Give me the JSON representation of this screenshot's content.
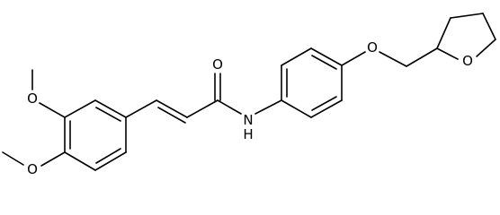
{
  "diagram": {
    "type": "chemical-structure",
    "atom_labels": {
      "o_methoxy_3": "O",
      "o_methoxy_4": "O",
      "o_carbonyl": "O",
      "n_amide": "H",
      "n_amide_symbol": "N",
      "o_ether": "O",
      "o_ring": "O"
    },
    "colors": {
      "ink": "#000000",
      "background": "#ffffff"
    }
  }
}
